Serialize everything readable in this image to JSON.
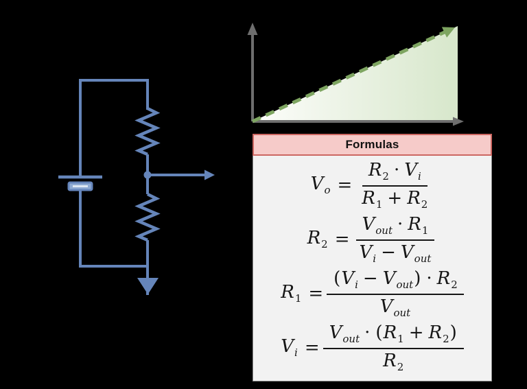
{
  "colors": {
    "bg": "#000000",
    "wire": "#6585ba",
    "battery_fill": "#8fabd3",
    "battery_highlight": "#dde7f3",
    "axis": "#6e6e6e",
    "green": "#7ea561",
    "fill_start": "#fdfdfb",
    "fill_end": "#d7e7cb",
    "header_bg": "#f6cbc9",
    "header_border": "#cc6661",
    "panel_bg": "#f2f2f2",
    "panel_border": "#8c8c8c",
    "ink": "#161616"
  },
  "circuit": {
    "kind": "voltage-divider",
    "components": [
      "battery",
      "resistor-top",
      "output-node",
      "output-arrow",
      "resistor-bottom",
      "ground"
    ]
  },
  "graph": {
    "type": "line",
    "line_style": "dashed-arrow",
    "x": [
      0,
      1
    ],
    "y": [
      0,
      1
    ],
    "relation": "linear increase from origin",
    "area_fill": "gradient under line",
    "axis_labels": {
      "x": "",
      "y": ""
    }
  },
  "formulas_panel": {
    "title": "Formulas",
    "equals": "=",
    "formulas": [
      {
        "lhs": [
          {
            "v": "V",
            "s": "o"
          }
        ],
        "num": [
          {
            "v": "R",
            "s": "2"
          },
          {
            "op": "·"
          },
          {
            "v": "V",
            "s": "i"
          }
        ],
        "den": [
          {
            "v": "R",
            "s": "1"
          },
          {
            "op": "+"
          },
          {
            "v": "R",
            "s": "2"
          }
        ]
      },
      {
        "lhs": [
          {
            "v": "R",
            "s": "2"
          }
        ],
        "num": [
          {
            "v": "V",
            "s": "out"
          },
          {
            "op": "·"
          },
          {
            "v": "R",
            "s": "1"
          }
        ],
        "den": [
          {
            "v": "V",
            "s": "i"
          },
          {
            "op": "−"
          },
          {
            "v": "V",
            "s": "out"
          }
        ]
      },
      {
        "lhs": [
          {
            "v": "R",
            "s": "1"
          }
        ],
        "num": [
          {
            "op": "(",
            "paren": true
          },
          {
            "v": "V",
            "s": "i"
          },
          {
            "op": "−"
          },
          {
            "v": "V",
            "s": "out"
          },
          {
            "op": ")",
            "paren": true
          },
          {
            "op": "·"
          },
          {
            "v": "R",
            "s": "2"
          }
        ],
        "den": [
          {
            "v": "V",
            "s": "out"
          }
        ]
      },
      {
        "lhs": [
          {
            "v": "V",
            "s": "i"
          }
        ],
        "num": [
          {
            "v": "V",
            "s": "out"
          },
          {
            "op": "·"
          },
          {
            "op": "(",
            "paren": true
          },
          {
            "v": "R",
            "s": "1"
          },
          {
            "op": "+"
          },
          {
            "v": "R",
            "s": "2"
          },
          {
            "op": ")",
            "paren": true
          }
        ],
        "den": [
          {
            "v": "R",
            "s": "2"
          }
        ]
      }
    ]
  }
}
